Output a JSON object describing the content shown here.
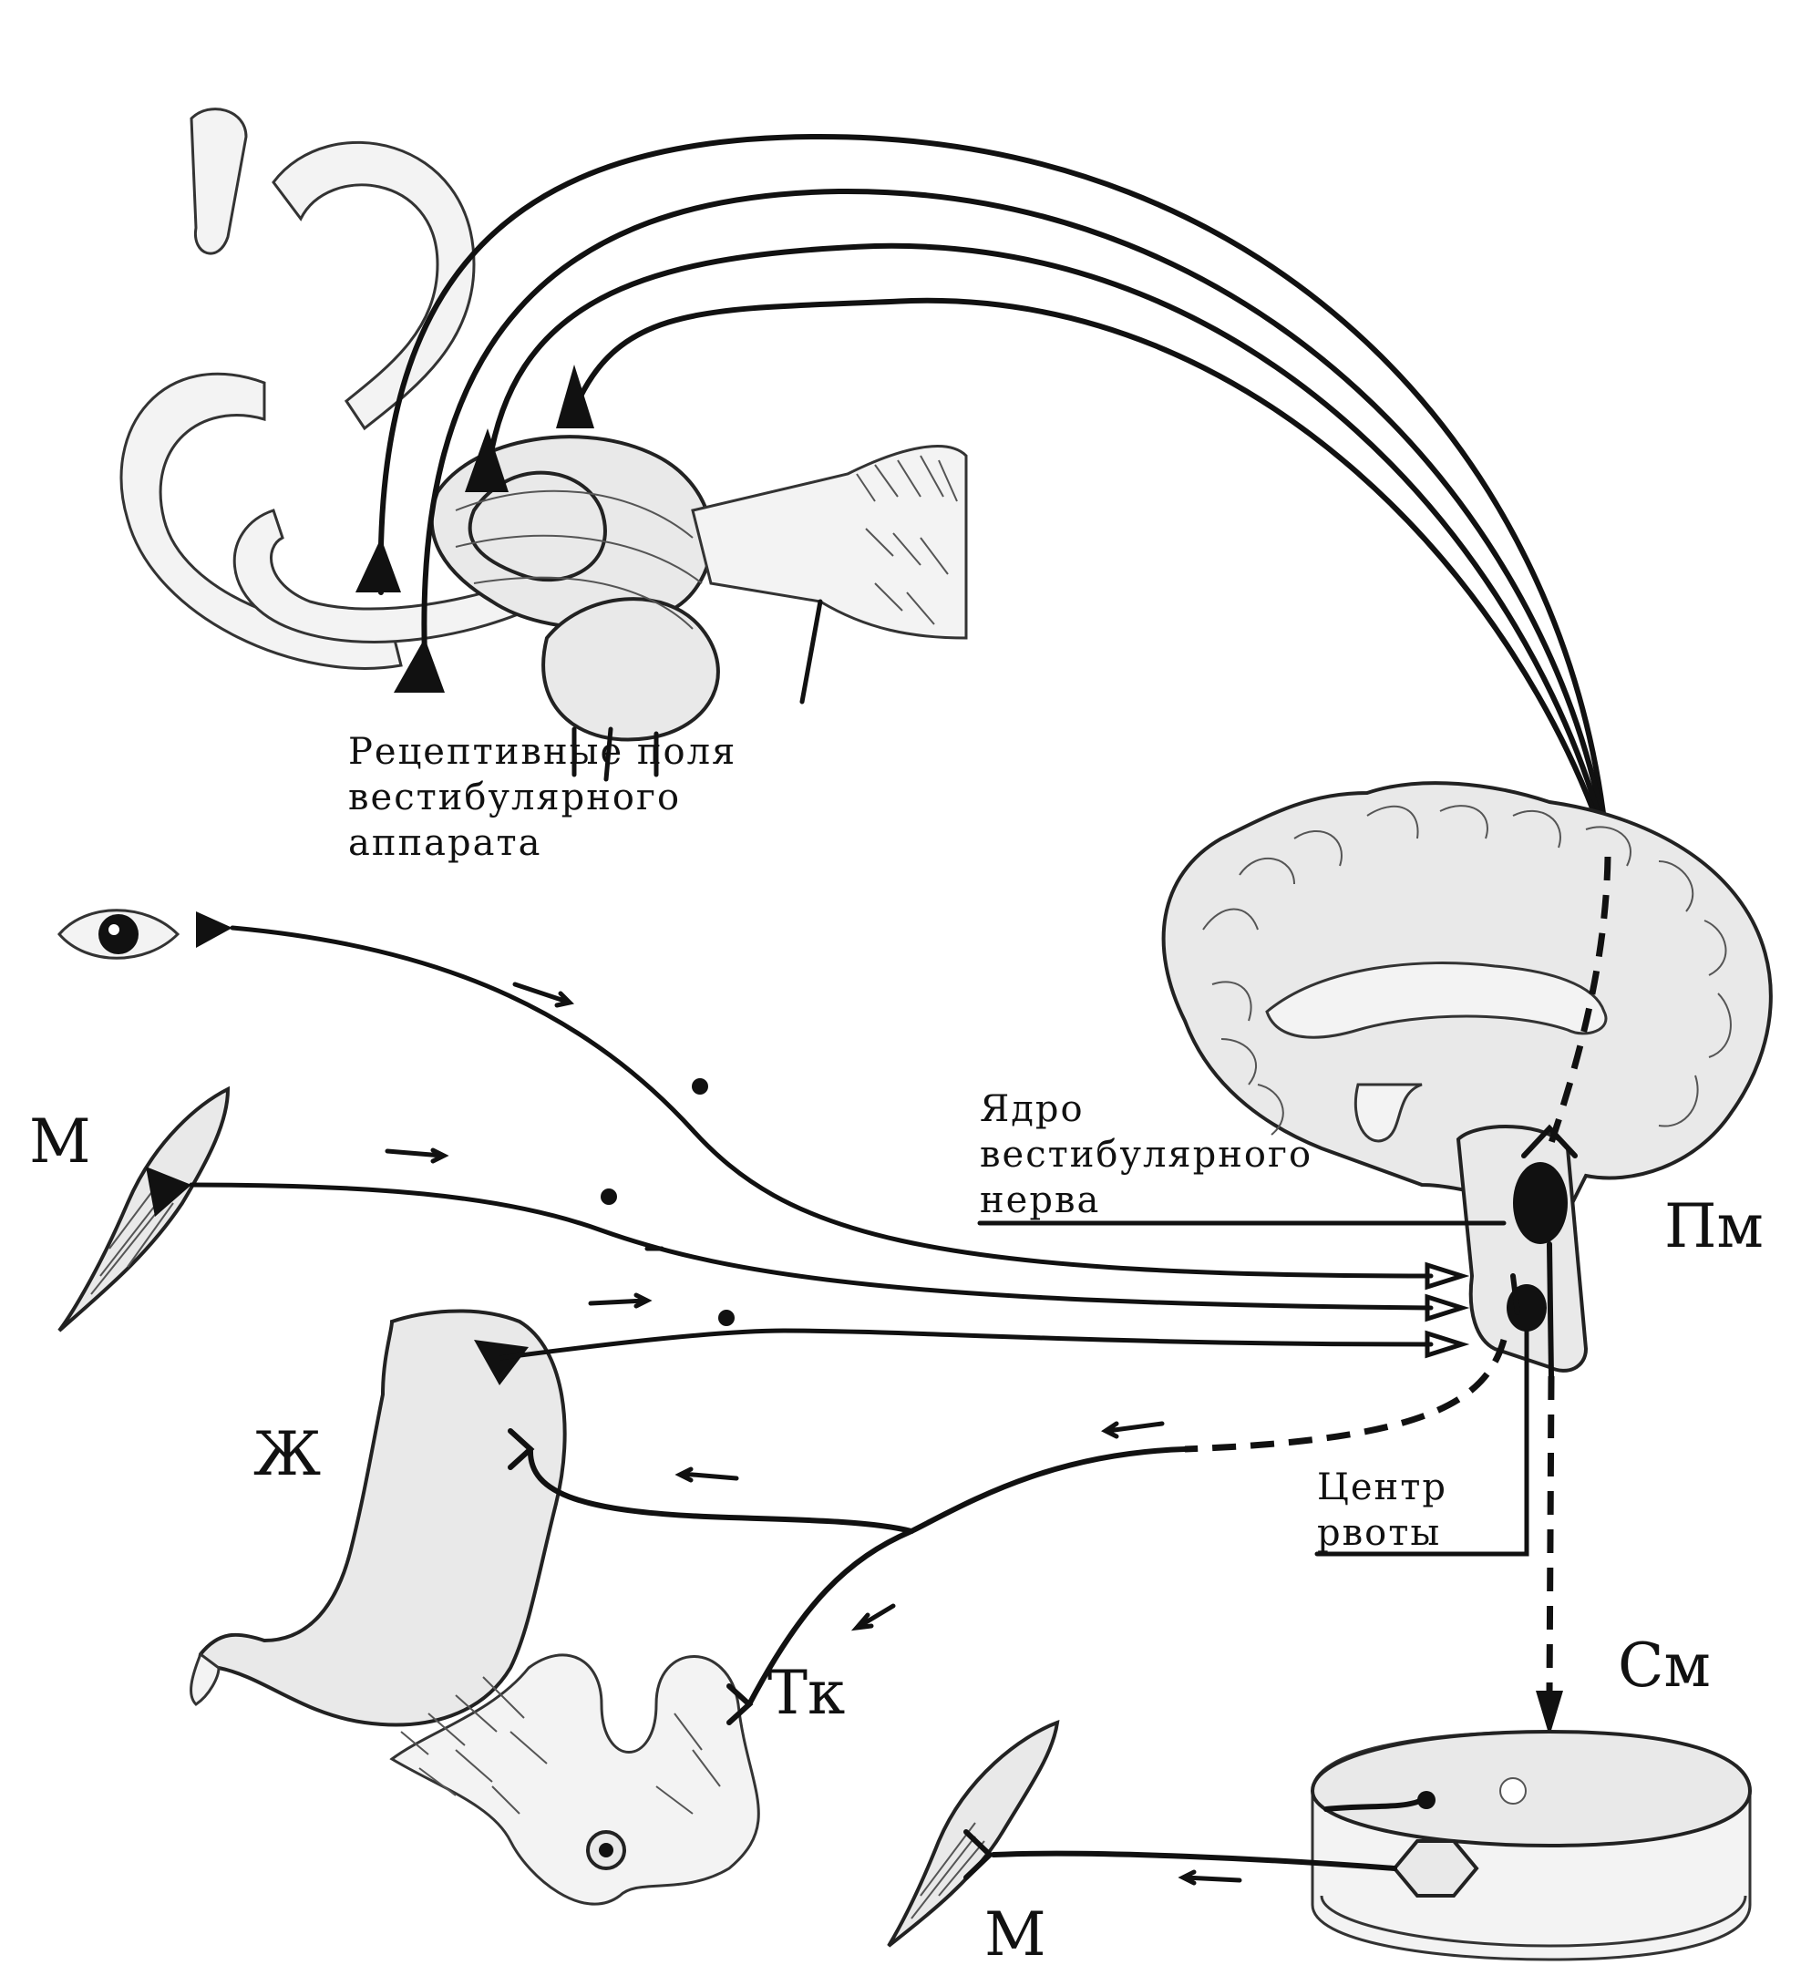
{
  "labels": {
    "receptive_fields": [
      "Рецептивные поля",
      "вестибулярного",
      "аппарата"
    ],
    "nucleus": [
      "Ядро",
      "вестибулярного",
      "нерва"
    ],
    "vomit_center": [
      "Центр",
      "рвоты"
    ],
    "muscle_top": "М",
    "muscle_bottom": "М",
    "stomach": "Ж",
    "tissue": "Тк",
    "medulla": "Пм",
    "spinal_cord": "См"
  }
}
